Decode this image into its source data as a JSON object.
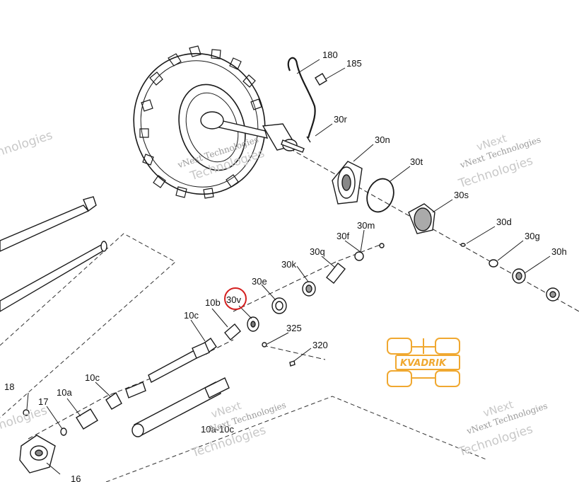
{
  "callouts": {
    "p180": "180",
    "p185": "185",
    "p30r": "30r",
    "p30n": "30n",
    "p30t": "30t",
    "p30s": "30s",
    "p30d": "30d",
    "p30g": "30g",
    "p30h": "30h",
    "p30m": "30m",
    "p30f": "30f",
    "p30q": "30q",
    "p30k": "30k",
    "p30e": "30e",
    "p30v": "30v",
    "p10b": "10b",
    "p10c_top": "10c",
    "p325": "325",
    "p320": "320",
    "p10c_mid": "10c",
    "p18": "18",
    "p17": "17",
    "p10a": "10a",
    "p16": "16",
    "p10a10c": "10a-10c"
  },
  "highlight": {
    "part": "30v",
    "color": "#d42020"
  },
  "watermark": {
    "line1": "vNext",
    "line2": "Technologies",
    "inline": "vNext Technologies"
  },
  "logo": {
    "name": "KVADRIK",
    "color": "#f0a830"
  },
  "colors": {
    "ink": "#1a1a1a",
    "dash": "#333333"
  }
}
